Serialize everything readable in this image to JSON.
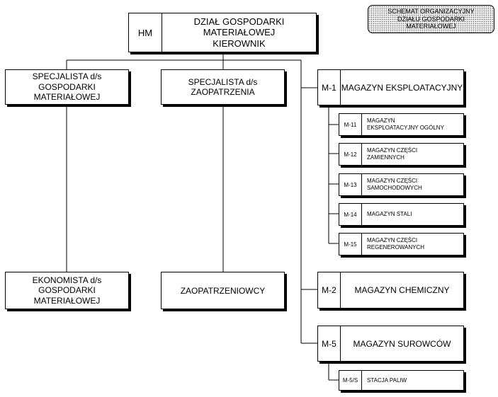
{
  "note": {
    "text": "SCHEMAT ORGANIZACYJNY\nDZIAŁU GOSPODARKI\nMATERIAŁOWEJ"
  },
  "head": {
    "code": "HM",
    "title": "DZIAŁ GOSPODARKI\nMATERIAŁOWEJ\nKIEROWNIK"
  },
  "left": {
    "spec_gm": "SPECJALISTA d/s\nGOSPODARKI\nMATERIAŁOWEJ",
    "ekonomista": "EKONOMISTA d/s\nGOSPODARKI\nMATERIAŁOWEJ"
  },
  "middle": {
    "spec_zaop": "SPECJALISTA d/s\nZAOPATRZENIA",
    "zaopatrzeniowcy": "ZAOPATRZENIOWCY"
  },
  "magazines": {
    "m1": {
      "code": "M-1",
      "name": "MAGAZYN EKSPLOATACYJNY",
      "subs": [
        {
          "code": "M-11",
          "name": "MAGAZYN\nEKSPLOATACYJNY OGÓLNY"
        },
        {
          "code": "M-12",
          "name": "MAGAZYN CZĘŚCI\nZAMIENNYCH"
        },
        {
          "code": "M-13",
          "name": "MAGAZYN CZĘŚCI\nSAMOCHODOWYCH"
        },
        {
          "code": "M-14",
          "name": "MAGAZYN STALI"
        },
        {
          "code": "M-15",
          "name": "MAGAZYN CZĘŚCI\nREGENEROWANYCH"
        }
      ]
    },
    "m2": {
      "code": "M-2",
      "name": "MAGAZYN CHEMICZNY"
    },
    "m5": {
      "code": "M-5",
      "name": "MAGAZYN SUROWCÓW",
      "subs": [
        {
          "code": "M-5/S",
          "name": "STACJA PALIW"
        }
      ]
    }
  }
}
